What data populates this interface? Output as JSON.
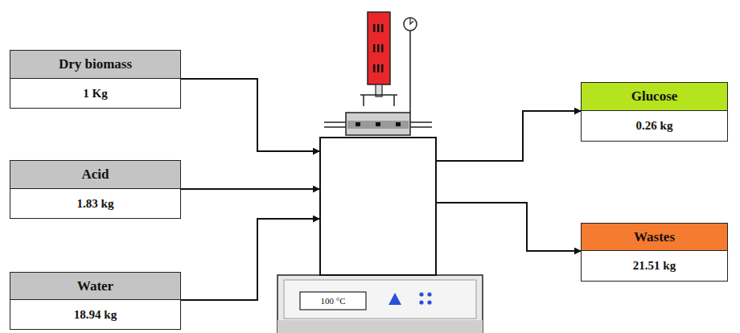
{
  "diagram": {
    "nodes": [
      {
        "text": [
          "Dry biomass",
          "1 Kg"
        ]
      },
      {
        "text": [
          "Acid",
          "1.83 kg"
        ]
      },
      {
        "text": [
          "Water",
          "18.94 kg"
        ]
      },
      {
        "text": [
          "100 °C"
        ]
      },
      {
        "text": [
          "Glucose",
          "0.26 kg"
        ]
      },
      {
        "text": [
          "Wastes",
          "21.51 kg"
        ]
      }
    ],
    "edges": [
      {
        "from": 0,
        "to": 3,
        "arrow": "to"
      },
      {
        "from": 1,
        "to": 3,
        "arrow": "to"
      },
      {
        "from": 2,
        "to": 3,
        "arrow": "to"
      },
      {
        "from": 3,
        "to": 4,
        "arrow": "to"
      },
      {
        "from": 3,
        "to": 5,
        "arrow": "to"
      }
    ]
  }
}
